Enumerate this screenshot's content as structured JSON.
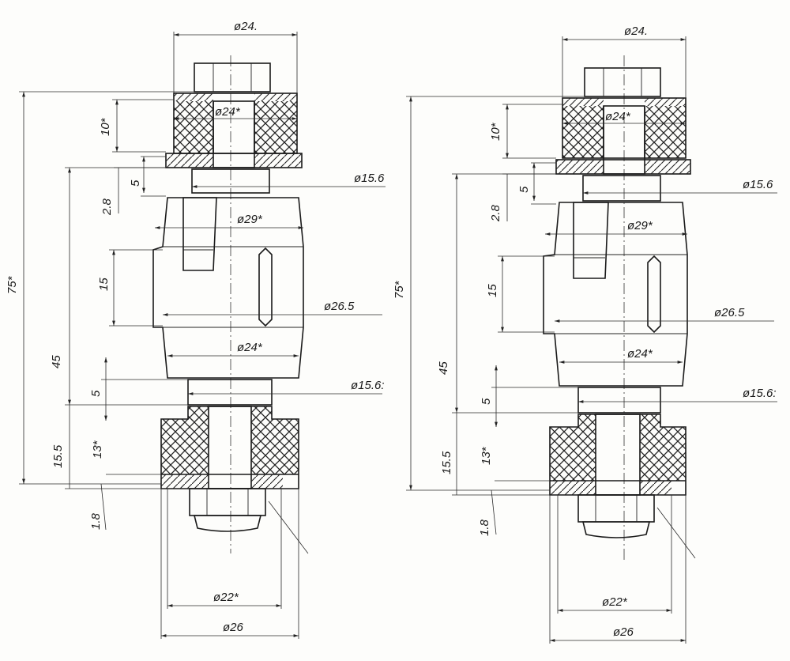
{
  "colors": {
    "ink": "#1a1a1a",
    "paper": "#fdfdfb"
  },
  "views": [
    {
      "name": "left",
      "labels": {
        "d_top": "ø24.",
        "d_nut": "ø24*",
        "h_nut": "10*",
        "d_neck_top": "ø15.6",
        "h_5_top": "5",
        "h_2_8": "2.8",
        "d_body_top": "ø29*",
        "h_15": "15",
        "d_body_mid": "ø26.5",
        "d_body_bot": "ø24*",
        "h_75": "75*",
        "h_45": "45",
        "h_5_bot": "5",
        "d_neck_bot": "ø15.6:",
        "h_13": "13*",
        "h_15_5": "15.5",
        "h_1_8": "1.8",
        "d_22": "ø22*",
        "d_26": "ø26"
      }
    },
    {
      "name": "right",
      "labels": {
        "d_top": "ø24.",
        "d_nut": "ø24*",
        "h_nut": "10*",
        "d_neck_top": "ø15.6",
        "h_5_top": "5",
        "h_2_8": "2.8",
        "d_body_top": "ø29*",
        "h_15": "15",
        "d_body_mid": "ø26.5",
        "d_body_bot": "ø24*",
        "h_75": "75*",
        "h_45": "45",
        "h_5_bot": "5",
        "d_neck_bot": "ø15.6:",
        "h_13": "13*",
        "h_15_5": "15.5",
        "h_1_8": "1.8",
        "d_22": "ø22*",
        "d_26": "ø26"
      }
    }
  ]
}
